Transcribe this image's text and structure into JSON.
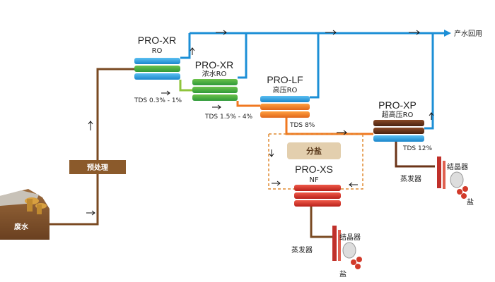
{
  "output_label": "产水回用",
  "pretreatment_label": "预处理",
  "wastewater_label": "废水",
  "salt_split_label": "分盐",
  "units": [
    {
      "key": "xr1",
      "title": "PRO-XR",
      "subtitle": "RO",
      "tds": "TDS 0.3% - 1%"
    },
    {
      "key": "xr2",
      "title": "PRO-XR",
      "subtitle": "浓水RO",
      "tds": "TDS 1.5% - 4%"
    },
    {
      "key": "lf",
      "title": "PRO-LF",
      "subtitle": "高压RO",
      "tds": "TDS 8%"
    },
    {
      "key": "xp",
      "title": "PRO-XP",
      "subtitle": "超高压RO",
      "tds": "TDS 12%"
    },
    {
      "key": "xs",
      "title": "PRO-XS",
      "subtitle": "NF",
      "tds": ""
    }
  ],
  "evaporator_label": "蒸发器",
  "crystallizer_label": "结晶器",
  "salt_label": "盐",
  "colors": {
    "permeate": "#1c8fd6",
    "feed": "#7a4a22",
    "ro_top": "#2aa0e0",
    "ro_bottom": "#3cae4a",
    "concentrate_green": "#8fc43c",
    "lf_orange": "#f07820",
    "xp_dark": "#6b3418",
    "xs_red": "#d23a2a",
    "salt_split_bg": "#e3cfae",
    "pretreat_bg": "#8b5a2b"
  }
}
